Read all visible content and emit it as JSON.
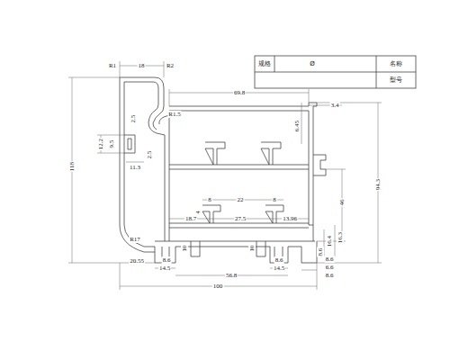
{
  "diagram": {
    "labels": [
      "规格",
      "Ø",
      "名称",
      "型号",
      "R1",
      "18",
      "R2",
      "R1.5",
      "69.8",
      "3.4",
      "6.45",
      "2.5",
      "12.2",
      "9.5",
      "2.5",
      "11.3",
      "118",
      "94.3",
      "46",
      "8",
      "22",
      "8",
      "4",
      "18.7",
      "27.5",
      "13.96",
      "R17",
      "10",
      "10",
      "20.55",
      "8.6",
      "14.5",
      "8.6",
      "14.5",
      "56.8",
      "100",
      "8.6",
      "16.4",
      "16.3",
      "8.6",
      "6.6",
      "8.6"
    ]
  }
}
